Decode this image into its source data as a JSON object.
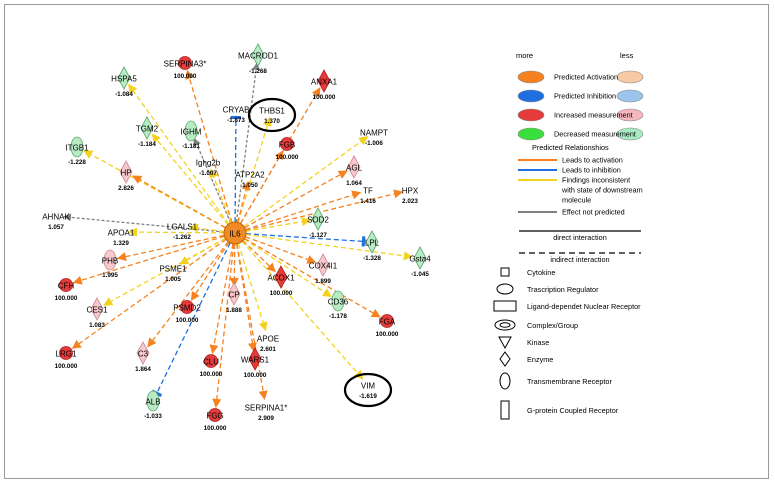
{
  "center": {
    "label": "IL6"
  },
  "nodes": [
    {
      "id": "macrod1",
      "label": "MACROD1",
      "value": "-1.268",
      "shape": "diamond",
      "fill": "#b8eac4"
    },
    {
      "id": "serpina3",
      "label": "SERPINA3*",
      "value": "100.000",
      "shape": "circle",
      "fill": "#e53b3b"
    },
    {
      "id": "hspa5",
      "label": "HSPA5",
      "value": "-1.084",
      "shape": "diamond",
      "fill": "#b8eac4"
    },
    {
      "id": "cryab",
      "label": "CRYAB",
      "value": "-1.873",
      "shape": "none",
      "fill": "#b8eac4"
    },
    {
      "id": "thbs1",
      "label": "THBS1",
      "value": "1.370",
      "shape": "none",
      "fill": "#f7c9cc"
    },
    {
      "id": "anxa1",
      "label": "ANXA1",
      "value": "100.000",
      "shape": "diamond",
      "fill": "#e53b3b"
    },
    {
      "id": "tgm2",
      "label": "TGM2",
      "value": "-1.184",
      "shape": "diamond",
      "fill": "#b8eac4"
    },
    {
      "id": "ighm",
      "label": "IGHM",
      "value": "-1.181",
      "shape": "ellipse",
      "fill": "#b8eac4"
    },
    {
      "id": "fgb",
      "label": "FGB",
      "value": "100.000",
      "shape": "circle",
      "fill": "#e53b3b"
    },
    {
      "id": "nampt",
      "label": "NAMPT",
      "value": "-1.006",
      "shape": "none",
      "fill": "#b8eac4"
    },
    {
      "id": "itgb1",
      "label": "ITGB1",
      "value": "-1.228",
      "shape": "ellipse",
      "fill": "#b8eac4"
    },
    {
      "id": "hp",
      "label": "HP",
      "value": "2.826",
      "shape": "diamond",
      "fill": "#f7c9cc"
    },
    {
      "id": "ighg2b",
      "label": "Ighg2b",
      "value": "-1.007",
      "shape": "none",
      "fill": "#b8eac4"
    },
    {
      "id": "atp2a2",
      "label": "ATP2A2",
      "value": "1.050",
      "shape": "none",
      "fill": "#f7c9cc"
    },
    {
      "id": "agl",
      "label": "AGL",
      "value": "1.064",
      "shape": "diamond",
      "fill": "#f7c9cc"
    },
    {
      "id": "tf",
      "label": "TF",
      "value": "1.416",
      "shape": "none",
      "fill": "#f7c9cc"
    },
    {
      "id": "hpx",
      "label": "HPX",
      "value": "2.023",
      "shape": "none",
      "fill": "#f7c9cc"
    },
    {
      "id": "ahnak",
      "label": "AHNAK",
      "value": "1.057",
      "shape": "none",
      "fill": "#f7c9cc"
    },
    {
      "id": "apoa1",
      "label": "APOA1",
      "value": "1.329",
      "shape": "none",
      "fill": "#f7c9cc"
    },
    {
      "id": "lgals1",
      "label": "LGALS1",
      "value": "-1.262",
      "shape": "none",
      "fill": "#b8eac4"
    },
    {
      "id": "sod2",
      "label": "SOD2",
      "value": "-1.127",
      "shape": "diamond",
      "fill": "#b8eac4"
    },
    {
      "id": "lpl",
      "label": "LPL",
      "value": "-1.328",
      "shape": "diamond",
      "fill": "#b8eac4"
    },
    {
      "id": "gsta4",
      "label": "Gsta4",
      "value": "-1.045",
      "shape": "diamond",
      "fill": "#b8eac4"
    },
    {
      "id": "phb",
      "label": "PHB",
      "value": "1.995",
      "shape": "ellipse",
      "fill": "#f7c9cc"
    },
    {
      "id": "psme1",
      "label": "PSME1",
      "value": "1.005",
      "shape": "none",
      "fill": "#f7c9cc"
    },
    {
      "id": "cox4i1",
      "label": "COX4I1",
      "value": "1.899",
      "shape": "diamond",
      "fill": "#f7c9cc"
    },
    {
      "id": "cfh",
      "label": "CFH",
      "value": "100.000",
      "shape": "circle",
      "fill": "#e53b3b"
    },
    {
      "id": "acox1",
      "label": "ACOX1",
      "value": "100.000",
      "shape": "diamond",
      "fill": "#e53b3b"
    },
    {
      "id": "cp",
      "label": "CP",
      "value": "1.888",
      "shape": "diamond",
      "fill": "#f7c9cc"
    },
    {
      "id": "ces1",
      "label": "CES1",
      "value": "1.083",
      "shape": "diamond",
      "fill": "#f7c9cc"
    },
    {
      "id": "psmd2",
      "label": "PSMD2",
      "value": "100.000",
      "shape": "circle",
      "fill": "#e53b3b"
    },
    {
      "id": "cd36",
      "label": "CD36",
      "value": "-1.178",
      "shape": "ellipse",
      "fill": "#b8eac4"
    },
    {
      "id": "fga",
      "label": "FGA",
      "value": "100.000",
      "shape": "circle",
      "fill": "#e53b3b"
    },
    {
      "id": "apoe",
      "label": "APOE",
      "value": "2.601",
      "shape": "none",
      "fill": "#f7c9cc"
    },
    {
      "id": "lrg1",
      "label": "LRG1",
      "value": "100.000",
      "shape": "circle",
      "fill": "#e53b3b"
    },
    {
      "id": "c3",
      "label": "C3",
      "value": "1.864",
      "shape": "diamond",
      "fill": "#f7c9cc"
    },
    {
      "id": "clu",
      "label": "CLU",
      "value": "100.000",
      "shape": "circle",
      "fill": "#e53b3b"
    },
    {
      "id": "wars1",
      "label": "WARS1",
      "value": "100.000",
      "shape": "diamond",
      "fill": "#e53b3b"
    },
    {
      "id": "vim",
      "label": "VIM",
      "value": "-1.619",
      "shape": "none",
      "fill": "#b8eac4"
    },
    {
      "id": "alb",
      "label": "ALB",
      "value": "-1.033",
      "shape": "ellipse",
      "fill": "#b8eac4"
    },
    {
      "id": "fgg",
      "label": "FGG",
      "value": "100.000",
      "shape": "circle",
      "fill": "#e53b3b"
    },
    {
      "id": "serpina1",
      "label": "SERPINA1*",
      "value": "2.909",
      "shape": "none",
      "fill": "#f7c9cc"
    }
  ],
  "edges": [
    {
      "to": "macrod1",
      "type": "none"
    },
    {
      "to": "serpina3",
      "type": "activation"
    },
    {
      "to": "hspa5",
      "type": "inconsistent"
    },
    {
      "to": "cryab",
      "type": "inhibition"
    },
    {
      "to": "thbs1",
      "type": "inconsistent"
    },
    {
      "to": "anxa1",
      "type": "activation"
    },
    {
      "to": "tgm2",
      "type": "inconsistent"
    },
    {
      "to": "ighm",
      "type": "none"
    },
    {
      "to": "fgb",
      "type": "activation"
    },
    {
      "to": "nampt",
      "type": "inconsistent"
    },
    {
      "to": "itgb1",
      "type": "inconsistent"
    },
    {
      "to": "hp",
      "type": "activation"
    },
    {
      "to": "ighg2b",
      "type": "inconsistent"
    },
    {
      "to": "atp2a2",
      "type": "activation"
    },
    {
      "to": "agl",
      "type": "activation"
    },
    {
      "to": "tf",
      "type": "activation"
    },
    {
      "to": "hpx",
      "type": "activation"
    },
    {
      "to": "ahnak",
      "type": "none"
    },
    {
      "to": "apoa1",
      "type": "inconsistent"
    },
    {
      "to": "lgals1",
      "type": "inconsistent"
    },
    {
      "to": "sod2",
      "type": "inconsistent"
    },
    {
      "to": "lpl",
      "type": "inhibition"
    },
    {
      "to": "gsta4",
      "type": "inconsistent"
    },
    {
      "to": "phb",
      "type": "activation"
    },
    {
      "to": "psme1",
      "type": "inconsistent"
    },
    {
      "to": "cox4i1",
      "type": "activation"
    },
    {
      "to": "cfh",
      "type": "activation"
    },
    {
      "to": "acox1",
      "type": "activation"
    },
    {
      "to": "cp",
      "type": "activation"
    },
    {
      "to": "ces1",
      "type": "inconsistent"
    },
    {
      "to": "psmd2",
      "type": "activation"
    },
    {
      "to": "cd36",
      "type": "inconsistent"
    },
    {
      "to": "fga",
      "type": "activation"
    },
    {
      "to": "apoe",
      "type": "inconsistent"
    },
    {
      "to": "lrg1",
      "type": "activation"
    },
    {
      "to": "c3",
      "type": "activation"
    },
    {
      "to": "clu",
      "type": "activation"
    },
    {
      "to": "wars1",
      "type": "activation"
    },
    {
      "to": "vim",
      "type": "inconsistent"
    },
    {
      "to": "alb",
      "type": "inhibition"
    },
    {
      "to": "fgg",
      "type": "activation"
    },
    {
      "to": "serpina1",
      "type": "activation"
    }
  ],
  "highlighted": [
    "thbs1",
    "vim"
  ],
  "legend": {
    "more": "more",
    "less": "less",
    "measurement_items": [
      {
        "label": "Predicted Activation",
        "more_color": "#f5821f",
        "less_color": "#f7caa4"
      },
      {
        "label": "Predicted Inhibition",
        "more_color": "#1f6fe0",
        "less_color": "#9cc3ec"
      },
      {
        "label": "Increased measurement",
        "more_color": "#e53b3b",
        "less_color": "#f5b7bd"
      },
      {
        "label": "Decreased measurement",
        "more_color": "#39df3a",
        "less_color": "#a7ecc0"
      }
    ],
    "relationships_title": "Predicted Relationshios",
    "relationships": [
      {
        "label": "Leads to activation",
        "color": "#f5821f"
      },
      {
        "label": "Leads to inhibition",
        "color": "#1f6fe0"
      },
      {
        "label": "Findings inconsistent with state of downstream molecule",
        "lines": [
          "Findings inconsistent",
          "with state of downstream",
          "molecule"
        ],
        "color": "#f2d21e"
      },
      {
        "label": "Effect not predicted",
        "color": "#808080"
      }
    ],
    "interactions": [
      {
        "label": "direct interaction",
        "style": "solid"
      },
      {
        "label": "indirect interaction",
        "style": "dashed"
      }
    ],
    "shapes": [
      {
        "label": "Cytokine",
        "icon": "square-icon"
      },
      {
        "label": "Trascription Regulator",
        "icon": "ellipse-icon"
      },
      {
        "label": "Ligand-dependet Nuclear Receptor",
        "icon": "rectangle-icon"
      },
      {
        "label": "Complex/Group",
        "icon": "double-ellipse-icon"
      },
      {
        "label": "Kinase",
        "icon": "triangle-icon"
      },
      {
        "label": "Enzyme",
        "icon": "diamond-icon"
      },
      {
        "label": "Transmembrane Receptor",
        "icon": "vertical-ellipse-icon"
      },
      {
        "label": "G-protein Coupled Receptor",
        "icon": "tall-rectangle-icon"
      }
    ]
  },
  "colors": {
    "activation": "#f5821f",
    "inhibition": "#1f6fe0",
    "inconsistent": "#f2d21e",
    "none": "#808080",
    "center_fill": "#f08a24"
  }
}
